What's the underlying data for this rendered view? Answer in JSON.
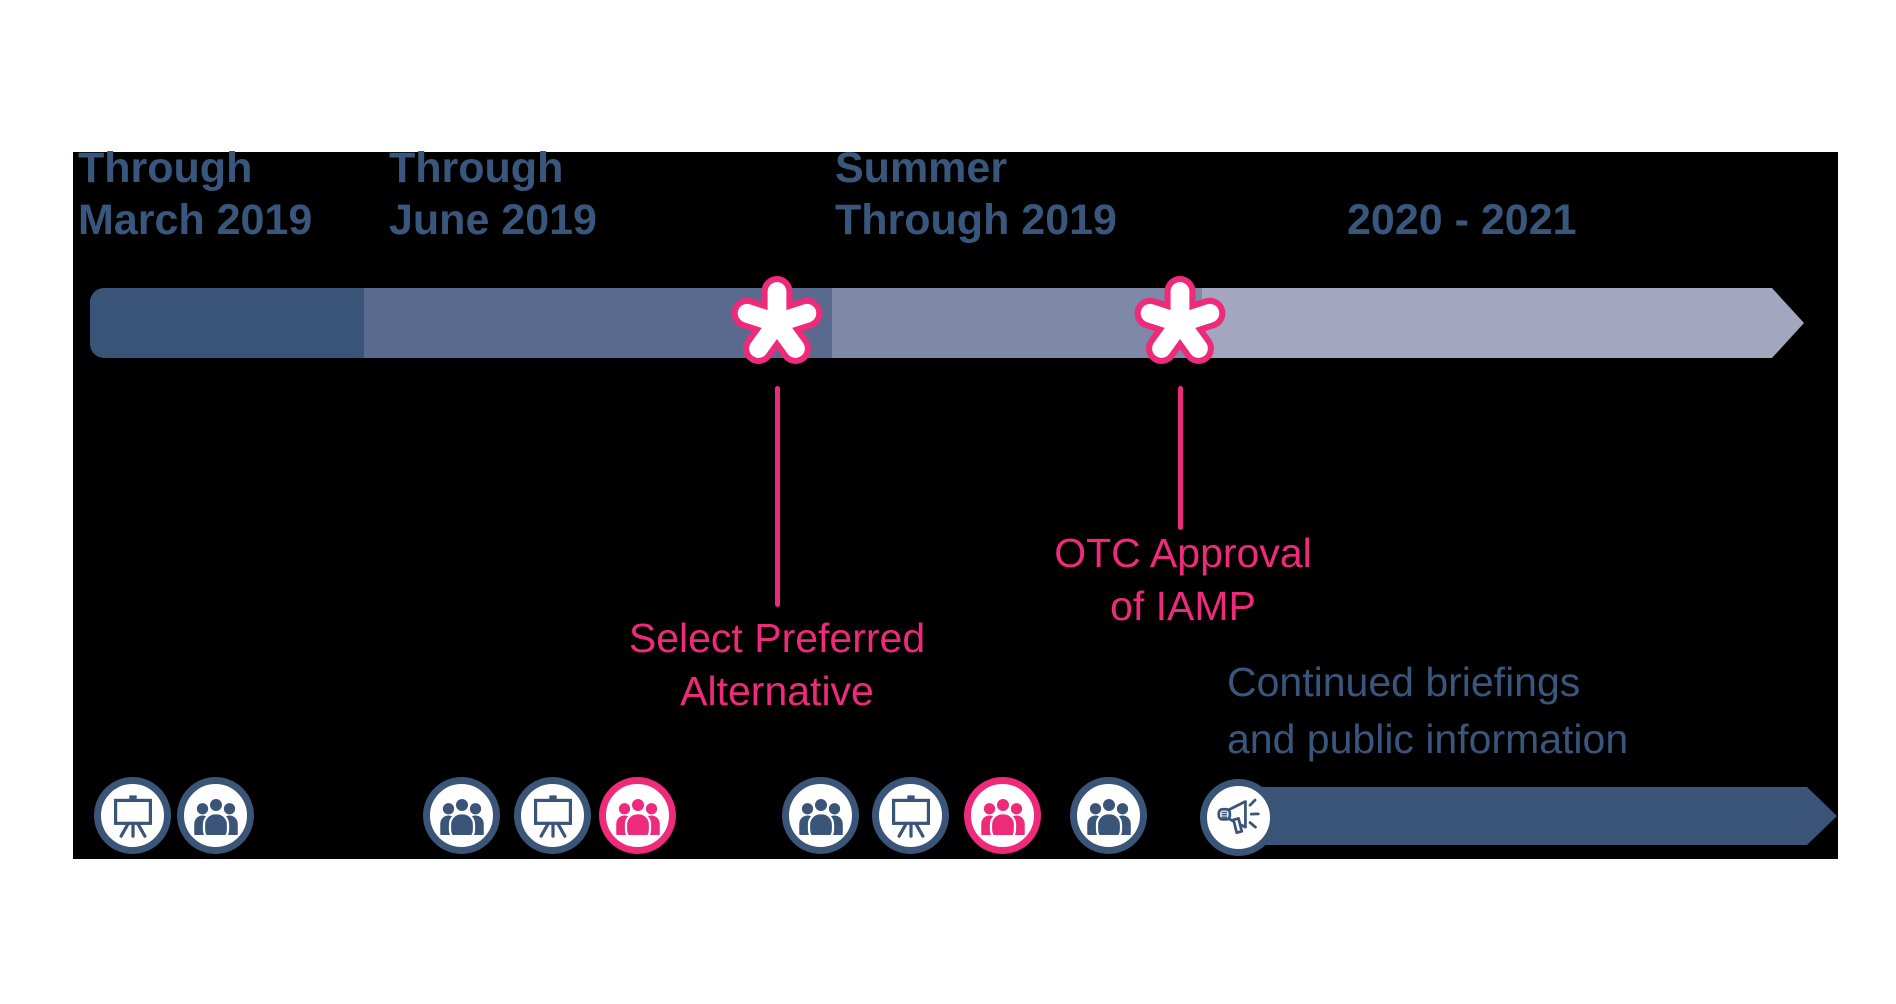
{
  "colors": {
    "navy": "#3A5578",
    "navy-text": "#39567D",
    "pink": "#EE2A7B",
    "seg1": "#3A5477",
    "seg2": "#5A698E",
    "seg3": "#7E89A8",
    "seg4": "#A2A7BF",
    "canvas": "#000000",
    "white": "#FFFFFF"
  },
  "timeline": {
    "phases": [
      {
        "line1": "Through",
        "line2": "March 2019"
      },
      {
        "line1": "Through",
        "line2": "June 2019"
      },
      {
        "line1": "Summer",
        "line2": "Through 2019"
      },
      {
        "line1": "2020 - 2021",
        "line2": ""
      }
    ],
    "milestones": [
      {
        "line1": "Select Preferred",
        "line2": "Alternative"
      },
      {
        "line1": "OTC Approval",
        "line2": "of IAMP"
      }
    ],
    "note": {
      "line1": "Continued briefings",
      "line2": "and public information"
    },
    "icon_row": [
      {
        "icon": "presentation-easel",
        "color": "navy"
      },
      {
        "icon": "people-group",
        "color": "navy"
      },
      {
        "icon": "people-group",
        "color": "navy"
      },
      {
        "icon": "presentation-easel",
        "color": "navy"
      },
      {
        "icon": "people-group",
        "color": "pink"
      },
      {
        "icon": "people-group",
        "color": "navy"
      },
      {
        "icon": "presentation-easel",
        "color": "navy"
      },
      {
        "icon": "people-group",
        "color": "pink"
      },
      {
        "icon": "people-group",
        "color": "navy"
      },
      {
        "icon": "megaphone",
        "color": "navy"
      }
    ]
  }
}
